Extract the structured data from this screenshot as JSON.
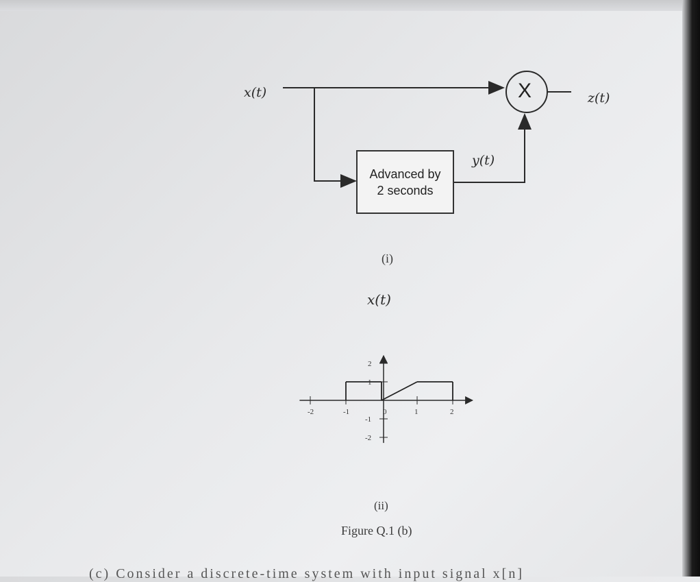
{
  "diagram": {
    "input_label": "x(t)",
    "output_label": "z(t)",
    "intermediate_label": "y(t)",
    "multiplier_symbol": "X",
    "block_line1": "Advanced by",
    "block_line2": "2 seconds",
    "caption": "(i)"
  },
  "signal_plot": {
    "title": "x(t)",
    "x_ticks": [
      "-2",
      "-1",
      "0",
      "1",
      "2"
    ],
    "y_ticks": [
      "2",
      "1",
      "-1",
      "-2"
    ],
    "caption": "(ii)",
    "segments": [
      {
        "x": [
          -1,
          -1
        ],
        "y": [
          0,
          1
        ]
      },
      {
        "x": [
          -1,
          0
        ],
        "y": [
          1,
          1
        ]
      },
      {
        "x": [
          0,
          0
        ],
        "y": [
          1,
          0
        ]
      },
      {
        "x": [
          0,
          1
        ],
        "y": [
          0,
          1
        ]
      },
      {
        "x": [
          1,
          2
        ],
        "y": [
          1,
          1
        ]
      },
      {
        "x": [
          2,
          2
        ],
        "y": [
          1,
          0
        ]
      }
    ]
  },
  "figure_caption": "Figure Q.1 (b)",
  "footer_text": "(c)   Consider   a   discrete-time   system   with   input   signal   x[n]"
}
